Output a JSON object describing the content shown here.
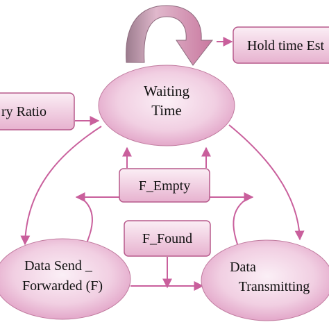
{
  "nodes": {
    "waiting_time": {
      "line1": "Waiting",
      "line2": "Time"
    },
    "hold_time": {
      "label": "Hold time Est"
    },
    "ratio": {
      "label": "ry Ratio"
    },
    "f_empty": {
      "label": "F_Empty"
    },
    "f_found": {
      "label": "F_Found"
    },
    "data_send": {
      "line1": "Data Send _",
      "line2": "Forwarded (F)"
    },
    "data_transmitting": {
      "line1": "Data",
      "line2": "Transmitting"
    }
  },
  "colors": {
    "node_light": "#f7e3ef",
    "node_dark": "#d98bb6",
    "edge": "#c95f9c",
    "outline": "#b75a8c"
  }
}
